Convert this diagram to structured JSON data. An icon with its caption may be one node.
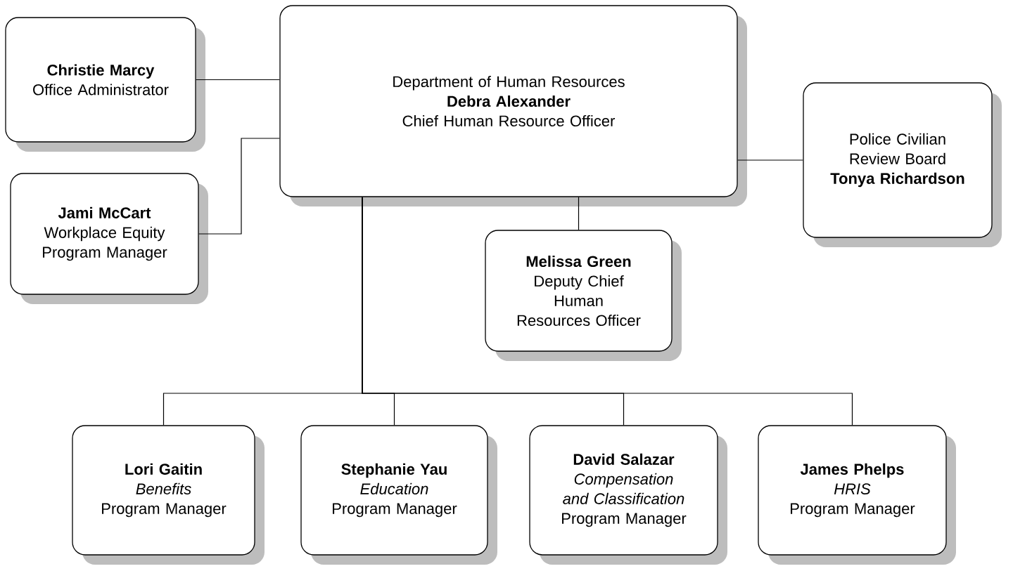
{
  "diagram": {
    "nodes": [
      {
        "text": [
          "Christie Marcy",
          "Office Administrator"
        ]
      },
      {
        "text": [
          "Department of Human Resources",
          "Debra Alexander",
          "Chief Human Resource Officer"
        ]
      },
      {
        "text": [
          "Police Civilian Review Board",
          "Tonya Richardson"
        ]
      },
      {
        "text": [
          "Jami McCart",
          "Workplace Equity Program Manager"
        ]
      },
      {
        "text": [
          "Melissa Green",
          "Deputy Chief Human Resources Officer"
        ]
      },
      {
        "text": [
          "Lori Gaitin",
          "Benefits",
          "Program Manager"
        ]
      },
      {
        "text": [
          "Stephanie Yau",
          "Education",
          "Program Manager"
        ]
      },
      {
        "text": [
          "David Salazar",
          "Compensation and Classification",
          "Program Manager"
        ]
      },
      {
        "text": [
          "James Phelps",
          "HRIS",
          "Program Manager"
        ]
      }
    ],
    "edges": [
      {
        "from": 1,
        "to": 0,
        "arrow": "none"
      },
      {
        "from": 1,
        "to": 3,
        "arrow": "none"
      },
      {
        "from": 1,
        "to": 2,
        "arrow": "none"
      },
      {
        "from": 1,
        "to": 4,
        "arrow": "none"
      },
      {
        "from": 1,
        "to": 5,
        "arrow": "none"
      },
      {
        "from": 1,
        "to": 6,
        "arrow": "none"
      },
      {
        "from": 1,
        "to": 7,
        "arrow": "none"
      },
      {
        "from": 1,
        "to": 8,
        "arrow": "none"
      }
    ]
  }
}
